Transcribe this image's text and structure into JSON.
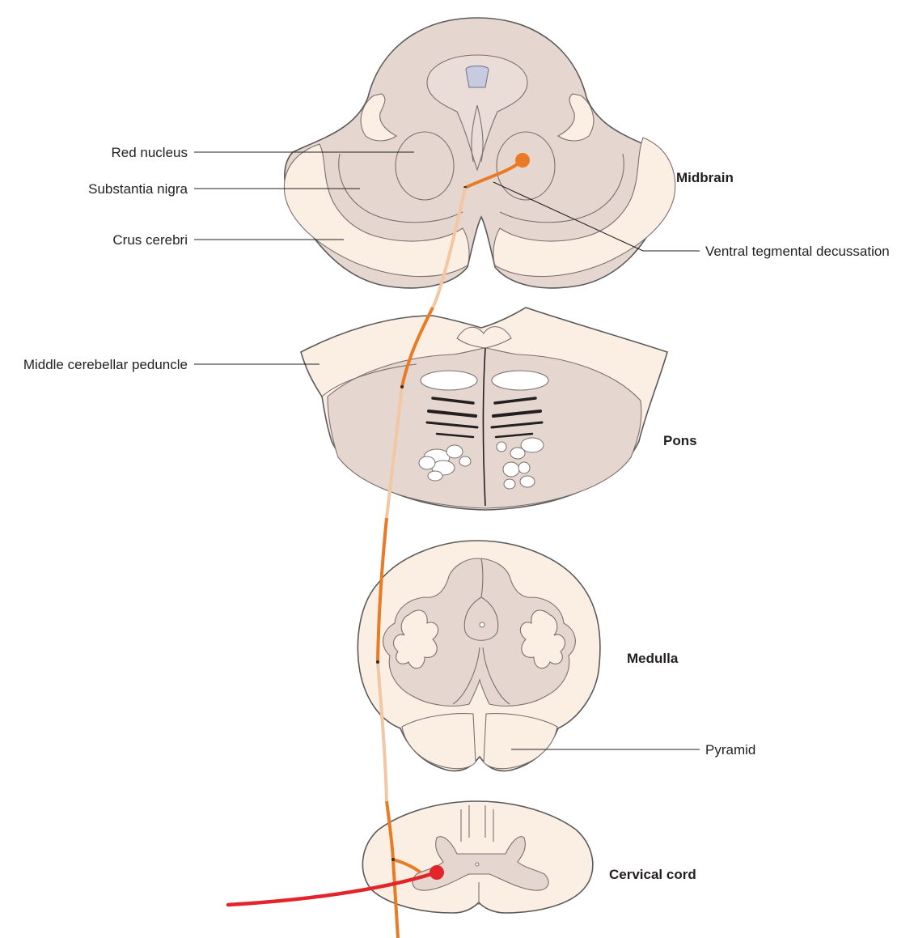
{
  "labels": {
    "red_nucleus": "Red nucleus",
    "substantia_nigra": "Substantia nigra",
    "crus_cerebri": "Crus cerebri",
    "middle_cerebellar_peduncle": "Middle cerebellar peduncle",
    "ventral_tegmental_decussation": "Ventral tegmental decussation",
    "pyramid": "Pyramid"
  },
  "sections": {
    "midbrain": "Midbrain",
    "pons": "Pons",
    "medulla": "Medulla",
    "cervical_cord": "Cervical cord"
  },
  "colors": {
    "grey_matter": "#e5d6d0",
    "white_matter": "#fbefe3",
    "tract": "#e97b27",
    "tract_faded": "#f4c7a4",
    "lower_motor_neuron": "#e3242b",
    "ventricle": "#c7cbe0",
    "outline": "#5a5a5a"
  }
}
